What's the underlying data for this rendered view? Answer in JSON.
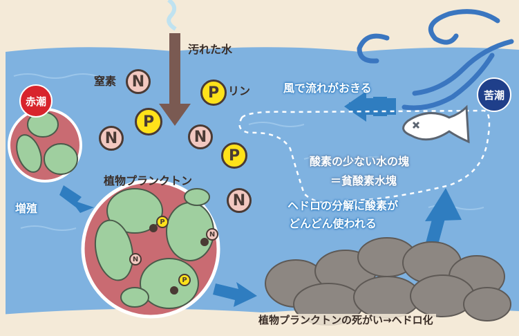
{
  "labels": {
    "polluted_water": "汚れた水",
    "nitrogen": "窒素",
    "phosphorus": "リン",
    "wind_flow": "風で流れがおきる",
    "low_oxygen_line1": "酸素の少ない水の塊",
    "low_oxygen_line2": "＝貧酸素水塊",
    "decomposition_line1": "ヘドロの分解に酸素が",
    "decomposition_line2": "どんどん使われる",
    "phytoplankton": "植物プランクトン",
    "proliferation": "増殖",
    "sludge_caption": "植物プランクトンの死がい→ヘドロ化"
  },
  "badges": {
    "red_tide": "赤潮",
    "blue_tide": "苦潮"
  },
  "nutrient_letters": {
    "n": "N",
    "p": "P"
  },
  "colors": {
    "sand": "#f4ead8",
    "water": "#7fb2e0",
    "arrow_blue": "#2f7dc0",
    "red_tide_badge": "#d8242c",
    "blue_tide_badge": "#1f3f8a",
    "plankton_green": "#9fcf9f",
    "plankton_bg": "#c96b72",
    "sludge_gray": "#8d8782",
    "phosphorus_yellow": "#ffe21a",
    "nitrogen_pink": "#f2c8c0"
  }
}
